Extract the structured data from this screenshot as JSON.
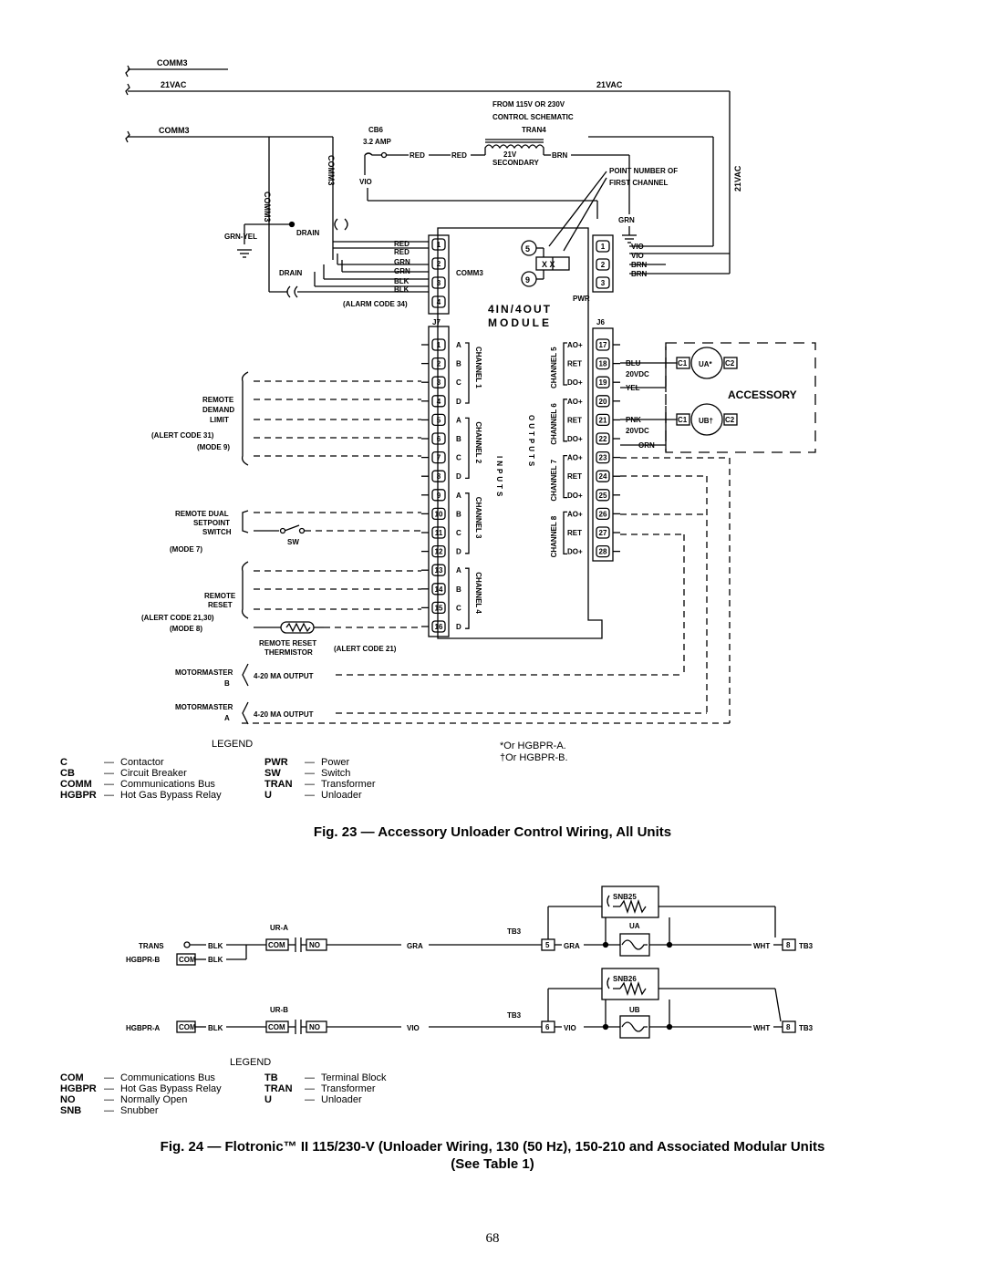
{
  "fig23": {
    "caption": "Fig. 23 — Accessory Unloader Control Wiring, All Units",
    "labels": {
      "comm3_top": "COMM3",
      "vac_left": "21VAC",
      "vac_right": "21VAC",
      "comm3_mid": "COMM3",
      "comm3_vert1": "COMM3",
      "comm3_vert2": "COMM3",
      "vac_vert": "21VAC",
      "from_line1": "FROM 115V OR 230V",
      "from_line2": "CONTROL SCHEMATIC",
      "tran4": "TRAN4",
      "cb6": "CB6",
      "amp": "3.2 AMP",
      "red1": "RED",
      "red2": "RED",
      "brn_top": "BRN",
      "secondary_v": "21V",
      "secondary": "SECONDARY",
      "vio_left": "VIO",
      "point_num1": "POINT NUMBER OF",
      "point_num2": "FIRST CHANNEL",
      "grn_top": "GRN",
      "drain_top": "DRAIN",
      "grn_yel": "GRN-YEL",
      "drain_bottom": "DRAIN",
      "wire_red1": "RED",
      "wire_red2": "RED",
      "wire_grn1": "GRN",
      "wire_grn2": "GRN",
      "wire_blk1": "BLK",
      "wire_blk2": "BLK",
      "alarm34": "(ALARM CODE 34)",
      "comm3_module": "COMM3",
      "pt5": "5",
      "pt9": "9",
      "xx": "X X",
      "vio_r1": "VIO",
      "vio_r2": "VIO",
      "brn_r1": "BRN",
      "brn_r2": "BRN",
      "pwr": "PWR",
      "module1": "4IN/4OUT",
      "module2": "MODULE",
      "j7": "J7",
      "j6": "J6",
      "inputs": "INPUTS",
      "outputs": "OUTPUTS",
      "remote_demand1": "REMOTE",
      "remote_demand2": "DEMAND",
      "remote_demand3": "LIMIT",
      "alert31": "(ALERT CODE 31)",
      "mode9": "(MODE 9)",
      "dual1": "REMOTE DUAL",
      "dual2": "SETPOINT",
      "dual3": "SWITCH",
      "mode7": "(MODE 7)",
      "sw": "SW",
      "reset1": "REMOTE",
      "reset2": "RESET",
      "alert2130": "(ALERT CODE 21,30)",
      "mode8": "(MODE 8)",
      "thermistor1": "REMOTE RESET",
      "thermistor2": "THERMISTOR",
      "alert21": "(ALERT CODE 21)",
      "mm_b1": "MOTORMASTER",
      "mm_b2": "B",
      "mm_a1": "MOTORMASTER",
      "mm_a2": "A",
      "ma_output_b": "4-20 MA OUTPUT",
      "ma_output_a": "4-20 MA OUTPUT",
      "blu": "BLU",
      "yel": "YEL",
      "pnk": "PNK",
      "orn": "ORN",
      "vdc1": "20VDC",
      "vdc2": "20VDC",
      "ua": "UA*",
      "ub": "UB†",
      "c1a": "C1",
      "c2a": "C2",
      "c1b": "C1",
      "c2b": "C2",
      "accessory": "ACCESSORY"
    },
    "in_terms": [
      "1",
      "2",
      "3",
      "4",
      "5",
      "6",
      "7",
      "8",
      "9",
      "10",
      "11",
      "12",
      "13",
      "14",
      "15",
      "16"
    ],
    "in_letters": [
      "A",
      "B",
      "C",
      "D",
      "A",
      "B",
      "C",
      "D",
      "A",
      "B",
      "C",
      "D",
      "A",
      "B",
      "C",
      "D"
    ],
    "channels_in": [
      "CHANNEL 1",
      "CHANNEL 2",
      "CHANNEL 3",
      "CHANNEL 4"
    ],
    "out_terms": [
      "17",
      "18",
      "19",
      "20",
      "21",
      "22",
      "23",
      "24",
      "25",
      "26",
      "27",
      "28"
    ],
    "out_labels": [
      "AO+",
      "RET",
      "DO+",
      "AO+",
      "RET",
      "DO+",
      "AO+",
      "RET",
      "DO+",
      "AO+",
      "RET",
      "DO+"
    ],
    "channels_out": [
      "CHANNEL 5",
      "CHANNEL 6",
      "CHANNEL 7",
      "CHANNEL 8"
    ],
    "comm_terms": [
      "1",
      "2",
      "3",
      "4"
    ],
    "pwr_terms": [
      "1",
      "2",
      "3"
    ],
    "legend_title": "LEGEND",
    "legend_left": [
      {
        "abbr": "C",
        "desc": "Contactor"
      },
      {
        "abbr": "CB",
        "desc": "Circuit Breaker"
      },
      {
        "abbr": "COMM",
        "desc": "Communications Bus"
      },
      {
        "abbr": "HGBPR",
        "desc": "Hot Gas Bypass Relay"
      }
    ],
    "legend_right": [
      {
        "abbr": "PWR",
        "desc": "Power"
      },
      {
        "abbr": "SW",
        "desc": "Switch"
      },
      {
        "abbr": "TRAN",
        "desc": "Transformer"
      },
      {
        "abbr": "U",
        "desc": "Unloader"
      }
    ],
    "dash": "—",
    "notes": [
      "*Or HGBPR-A.",
      "†Or HGBPR-B."
    ]
  },
  "fig24": {
    "caption_line1": "Fig. 24 — Flotronic™ II 115/230-V (Unloader Wiring, 130 (50 Hz), 150-210 and Associated Modular Units",
    "caption_line2": "(See Table 1)",
    "labels": {
      "trans": "TRANS",
      "hgbpr_b": "HGBPR-B",
      "hgbpr_a": "HGBPR-A",
      "blk1": "BLK",
      "blk2": "BLK",
      "blk3": "BLK",
      "com1": "COM",
      "com2": "COM",
      "com3": "COM",
      "com4": "COM",
      "no1": "NO",
      "no2": "NO",
      "ur_a": "UR-A",
      "ur_b": "UR-B",
      "gra1": "GRA",
      "gra2": "GRA",
      "vio1": "VIO",
      "vio2": "VIO",
      "tb3_1": "TB3",
      "tb3_2": "TB3",
      "tb3_3": "TB3",
      "tb3_4": "TB3",
      "t5": "5",
      "t6": "6",
      "t8a": "8",
      "t8b": "8",
      "ua": "UA",
      "ub": "UB",
      "snb25": "SNB25",
      "snb26": "SNB26",
      "wht1": "WHT",
      "wht2": "WHT"
    },
    "legend_title": "LEGEND",
    "legend_left": [
      {
        "abbr": "COM",
        "desc": "Communications Bus"
      },
      {
        "abbr": "HGBPR",
        "desc": "Hot Gas Bypass Relay"
      },
      {
        "abbr": "NO",
        "desc": "Normally Open"
      },
      {
        "abbr": "SNB",
        "desc": "Snubber"
      }
    ],
    "legend_right": [
      {
        "abbr": "TB",
        "desc": "Terminal Block"
      },
      {
        "abbr": "TRAN",
        "desc": "Transformer"
      },
      {
        "abbr": "U",
        "desc": "Unloader"
      }
    ],
    "dash": "—"
  },
  "page_number": "68"
}
